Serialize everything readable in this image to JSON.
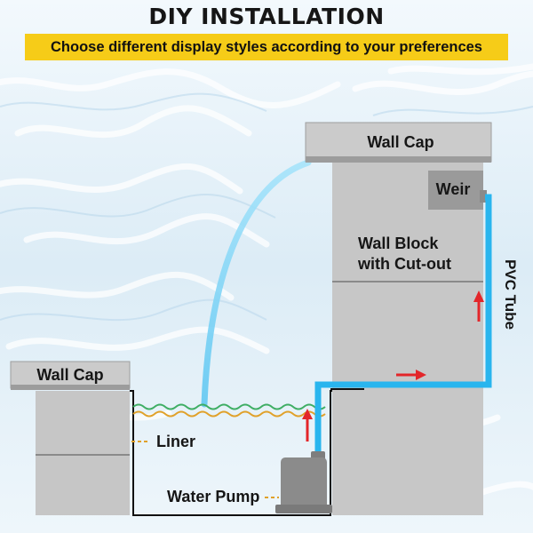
{
  "header": {
    "title": "DIY INSTALLATION",
    "subtitle": "Choose different display styles according to your preferences"
  },
  "labels": {
    "right_wall_cap": "Wall Cap",
    "left_wall_cap": "Wall Cap",
    "weir": "Weir",
    "wall_block_line1": "Wall Block",
    "wall_block_line2": "with Cut-out",
    "pvc_tube": "PVC Tube",
    "liner": "Liner",
    "water_pump": "Water Pump"
  },
  "colors": {
    "banner": "#f6cc18",
    "stone": "#c6c6c6",
    "tube": "#29b5ee",
    "arrow": "#e3262a",
    "liner_wave": "#e0a12a",
    "water_wave": "#3fae64"
  }
}
